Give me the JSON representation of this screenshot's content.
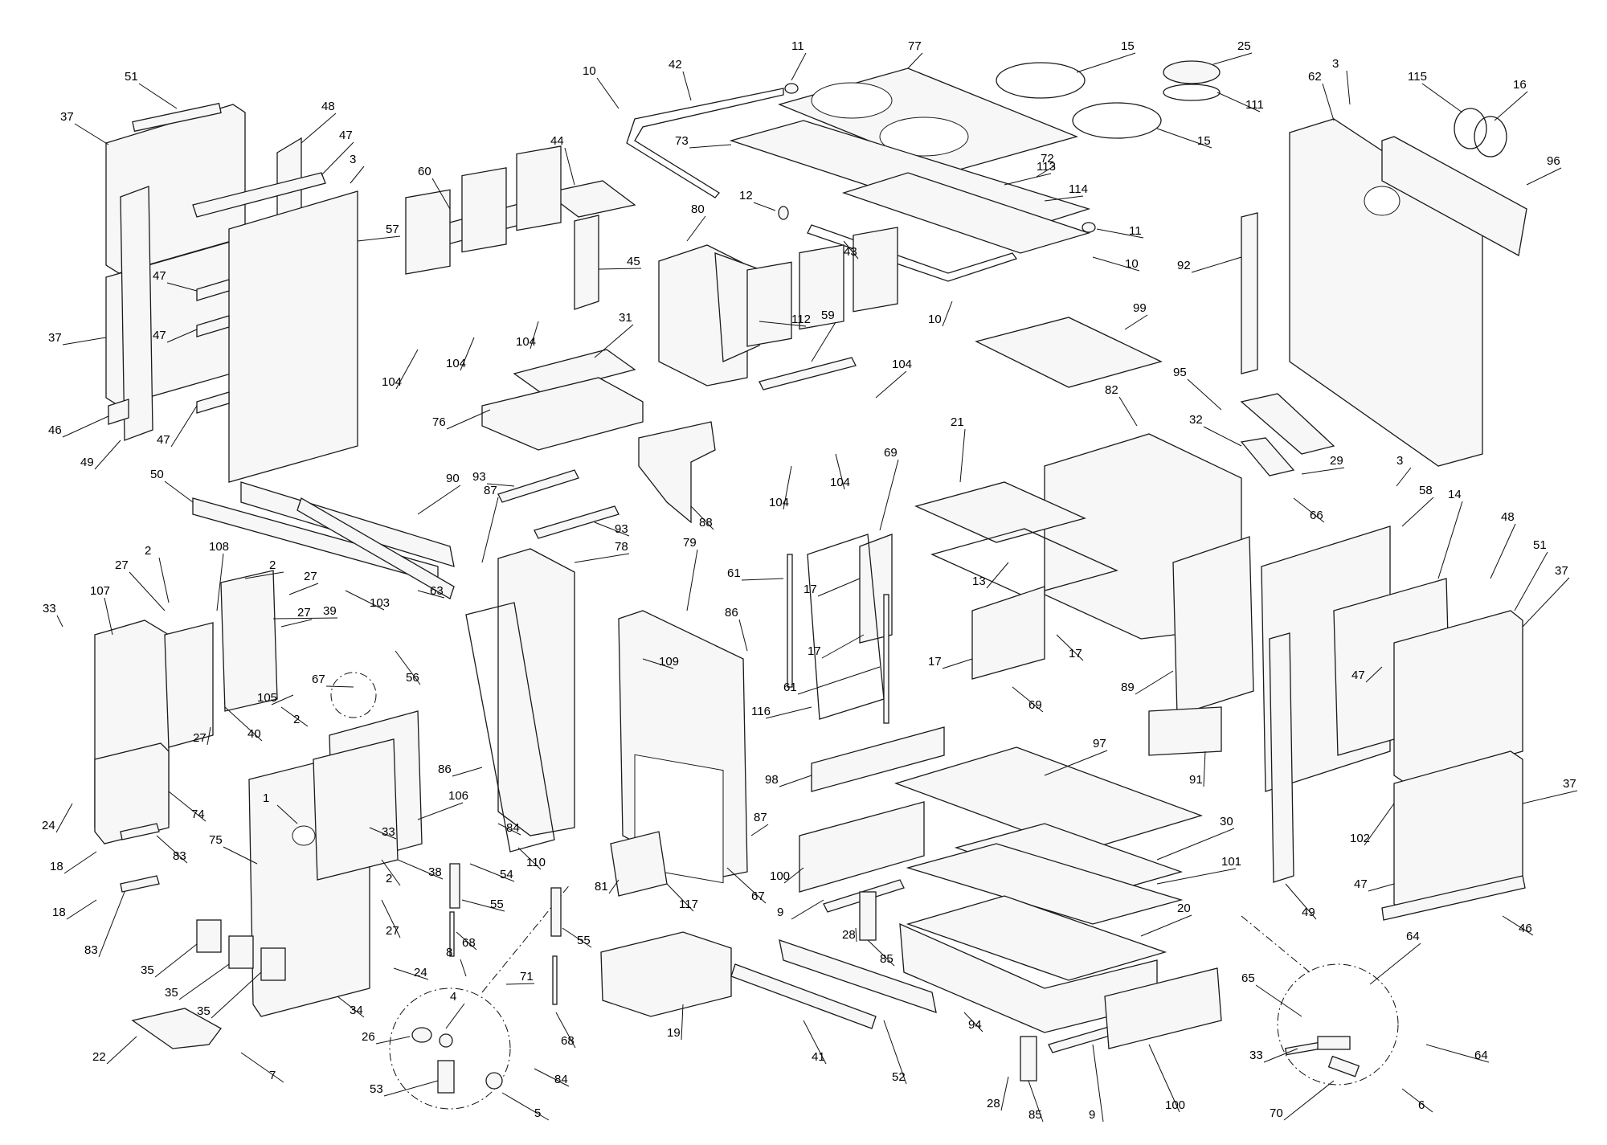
{
  "labels": [
    "1",
    "2",
    "3",
    "4",
    "5",
    "6",
    "7",
    "8",
    "9",
    "10",
    "11",
    "12",
    "13",
    "14",
    "15",
    "16",
    "17",
    "18",
    "19",
    "20",
    "21",
    "22",
    "24",
    "25",
    "26",
    "27",
    "28",
    "29",
    "30",
    "31",
    "32",
    "33",
    "34",
    "35",
    "37",
    "38",
    "39",
    "40",
    "41",
    "42",
    "43",
    "44",
    "45",
    "46",
    "47",
    "48",
    "49",
    "50",
    "51",
    "52",
    "53",
    "54",
    "55",
    "56",
    "57",
    "58",
    "59",
    "60",
    "61",
    "62",
    "63",
    "64",
    "65",
    "66",
    "67",
    "68",
    "69",
    "70",
    "71",
    "72",
    "73",
    "74",
    "75",
    "76",
    "77",
    "78",
    "79",
    "80",
    "81",
    "82",
    "83",
    "84",
    "85",
    "86",
    "87",
    "88",
    "89",
    "90",
    "91",
    "92",
    "93",
    "94",
    "95",
    "96",
    "97",
    "98",
    "99",
    "100",
    "101",
    "102",
    "103",
    "104",
    "105",
    "106",
    "107",
    "108",
    "109",
    "110",
    "111",
    "112",
    "113",
    "114",
    "115",
    "116",
    "117"
  ],
  "colors": {
    "line": "#1a1a1a",
    "fill": "#f7f7f7",
    "background": "#ffffff"
  }
}
